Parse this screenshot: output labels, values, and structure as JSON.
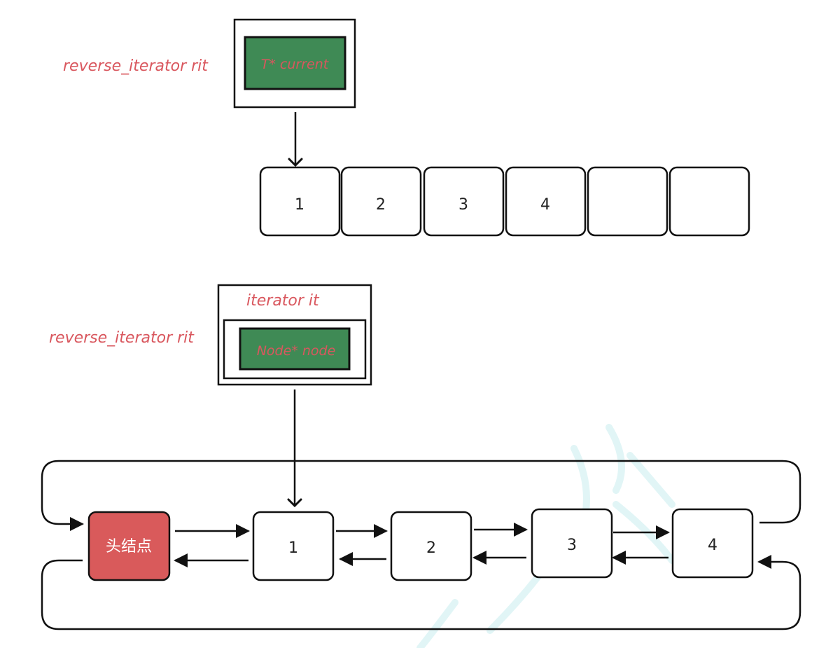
{
  "colors": {
    "label": "#d9575e",
    "pointer_fill": "#3f8a55",
    "head_fill": "#d95a5b",
    "stroke": "#111111",
    "watermark": "#cdeff0"
  },
  "vector_diagram": {
    "rit_label": "reverse_iterator rit",
    "pointer_label": "T* current",
    "cells": [
      "1",
      "2",
      "3",
      "4",
      "",
      ""
    ]
  },
  "list_diagram": {
    "rit_label": "reverse_iterator rit",
    "it_label": "iterator it",
    "pointer_label": "Node* node",
    "head_label": "头结点",
    "nodes": [
      "1",
      "2",
      "3",
      "4"
    ]
  }
}
